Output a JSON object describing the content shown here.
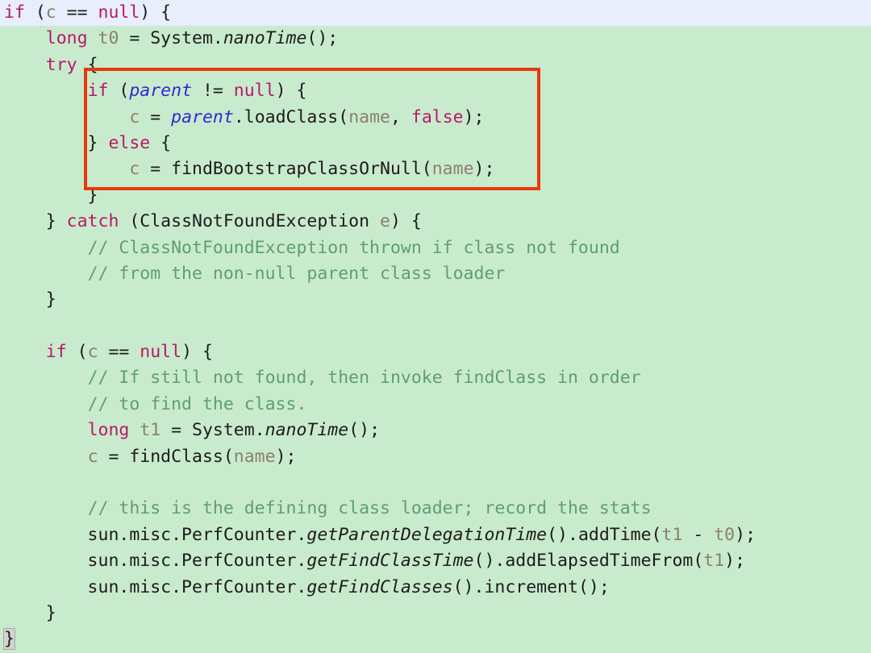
{
  "viewer": {
    "name": "code-snippet-viewer",
    "language": "Java",
    "background_color": "#c9ebcd",
    "current_line_color": "#e8eefb",
    "annotation_rect_color": "#e8380d"
  },
  "palette": {
    "keyword": "#b5196b",
    "plain": "#1b1b1b",
    "local_variable": "#8b7f70",
    "field": "#2b2bd4",
    "static_method": "#1b1b1b",
    "comment": "#5f9e70"
  },
  "annotation": {
    "label": "highlight-rectangle",
    "color": "#e8380d",
    "covers_lines": [
      4,
      5,
      6,
      7,
      8
    ]
  },
  "code": {
    "lines": [
      {
        "n": 1,
        "current": true,
        "tokens": [
          {
            "t": "if",
            "c": "kw"
          },
          {
            "t": " (",
            "c": "plain"
          },
          {
            "t": "c",
            "c": "local"
          },
          {
            "t": " == ",
            "c": "plain"
          },
          {
            "t": "null",
            "c": "kw"
          },
          {
            "t": ") {",
            "c": "plain"
          }
        ]
      },
      {
        "n": 2,
        "current": false,
        "tokens": [
          {
            "t": "    ",
            "c": "plain"
          },
          {
            "t": "long",
            "c": "kw"
          },
          {
            "t": " ",
            "c": "plain"
          },
          {
            "t": "t0",
            "c": "local"
          },
          {
            "t": " = System.",
            "c": "plain"
          },
          {
            "t": "nanoTime",
            "c": "static"
          },
          {
            "t": "();",
            "c": "plain"
          }
        ]
      },
      {
        "n": 3,
        "current": false,
        "tokens": [
          {
            "t": "    ",
            "c": "plain"
          },
          {
            "t": "try",
            "c": "kw"
          },
          {
            "t": " {",
            "c": "plain"
          }
        ]
      },
      {
        "n": 4,
        "current": false,
        "tokens": [
          {
            "t": "        ",
            "c": "plain"
          },
          {
            "t": "if",
            "c": "kw"
          },
          {
            "t": " (",
            "c": "plain"
          },
          {
            "t": "parent",
            "c": "field"
          },
          {
            "t": " != ",
            "c": "plain"
          },
          {
            "t": "null",
            "c": "kw"
          },
          {
            "t": ") {",
            "c": "plain"
          }
        ]
      },
      {
        "n": 5,
        "current": false,
        "tokens": [
          {
            "t": "            ",
            "c": "plain"
          },
          {
            "t": "c",
            "c": "local"
          },
          {
            "t": " = ",
            "c": "plain"
          },
          {
            "t": "parent",
            "c": "field"
          },
          {
            "t": ".loadClass(",
            "c": "plain"
          },
          {
            "t": "name",
            "c": "local"
          },
          {
            "t": ", ",
            "c": "plain"
          },
          {
            "t": "false",
            "c": "kw"
          },
          {
            "t": ");",
            "c": "plain"
          }
        ]
      },
      {
        "n": 6,
        "current": false,
        "tokens": [
          {
            "t": "        } ",
            "c": "plain"
          },
          {
            "t": "else",
            "c": "kw"
          },
          {
            "t": " {",
            "c": "plain"
          }
        ]
      },
      {
        "n": 7,
        "current": false,
        "tokens": [
          {
            "t": "            ",
            "c": "plain"
          },
          {
            "t": "c",
            "c": "local"
          },
          {
            "t": " = findBootstrapClassOrNull(",
            "c": "plain"
          },
          {
            "t": "name",
            "c": "local"
          },
          {
            "t": ");",
            "c": "plain"
          }
        ]
      },
      {
        "n": 8,
        "current": false,
        "tokens": [
          {
            "t": "        }",
            "c": "plain"
          }
        ]
      },
      {
        "n": 9,
        "current": false,
        "tokens": [
          {
            "t": "    } ",
            "c": "plain"
          },
          {
            "t": "catch",
            "c": "kw"
          },
          {
            "t": " (ClassNotFoundException ",
            "c": "plain"
          },
          {
            "t": "e",
            "c": "local"
          },
          {
            "t": ") {",
            "c": "plain"
          }
        ]
      },
      {
        "n": 10,
        "current": false,
        "tokens": [
          {
            "t": "        ",
            "c": "plain"
          },
          {
            "t": "// ClassNotFoundException thrown if class not found",
            "c": "comment"
          }
        ]
      },
      {
        "n": 11,
        "current": false,
        "tokens": [
          {
            "t": "        ",
            "c": "plain"
          },
          {
            "t": "// from the non-null parent class loader",
            "c": "comment"
          }
        ]
      },
      {
        "n": 12,
        "current": false,
        "tokens": [
          {
            "t": "    }",
            "c": "plain"
          }
        ]
      },
      {
        "n": 13,
        "current": false,
        "tokens": [
          {
            "t": "",
            "c": "plain"
          }
        ]
      },
      {
        "n": 14,
        "current": false,
        "tokens": [
          {
            "t": "    ",
            "c": "plain"
          },
          {
            "t": "if",
            "c": "kw"
          },
          {
            "t": " (",
            "c": "plain"
          },
          {
            "t": "c",
            "c": "local"
          },
          {
            "t": " == ",
            "c": "plain"
          },
          {
            "t": "null",
            "c": "kw"
          },
          {
            "t": ") {",
            "c": "plain"
          }
        ]
      },
      {
        "n": 15,
        "current": false,
        "tokens": [
          {
            "t": "        ",
            "c": "plain"
          },
          {
            "t": "// If still not found, then invoke findClass in order",
            "c": "comment"
          }
        ]
      },
      {
        "n": 16,
        "current": false,
        "tokens": [
          {
            "t": "        ",
            "c": "plain"
          },
          {
            "t": "// to find the class.",
            "c": "comment"
          }
        ]
      },
      {
        "n": 17,
        "current": false,
        "tokens": [
          {
            "t": "        ",
            "c": "plain"
          },
          {
            "t": "long",
            "c": "kw"
          },
          {
            "t": " ",
            "c": "plain"
          },
          {
            "t": "t1",
            "c": "local"
          },
          {
            "t": " = System.",
            "c": "plain"
          },
          {
            "t": "nanoTime",
            "c": "static"
          },
          {
            "t": "();",
            "c": "plain"
          }
        ]
      },
      {
        "n": 18,
        "current": false,
        "tokens": [
          {
            "t": "        ",
            "c": "plain"
          },
          {
            "t": "c",
            "c": "local"
          },
          {
            "t": " = findClass(",
            "c": "plain"
          },
          {
            "t": "name",
            "c": "local"
          },
          {
            "t": ");",
            "c": "plain"
          }
        ]
      },
      {
        "n": 19,
        "current": false,
        "tokens": [
          {
            "t": "",
            "c": "plain"
          }
        ]
      },
      {
        "n": 20,
        "current": false,
        "tokens": [
          {
            "t": "        ",
            "c": "plain"
          },
          {
            "t": "// this is the defining class loader; record the stats",
            "c": "comment"
          }
        ]
      },
      {
        "n": 21,
        "current": false,
        "tokens": [
          {
            "t": "        sun.misc.PerfCounter.",
            "c": "plain"
          },
          {
            "t": "getParentDelegationTime",
            "c": "static"
          },
          {
            "t": "().addTime(",
            "c": "plain"
          },
          {
            "t": "t1",
            "c": "local"
          },
          {
            "t": " - ",
            "c": "plain"
          },
          {
            "t": "t0",
            "c": "local"
          },
          {
            "t": ");",
            "c": "plain"
          }
        ]
      },
      {
        "n": 22,
        "current": false,
        "tokens": [
          {
            "t": "        sun.misc.PerfCounter.",
            "c": "plain"
          },
          {
            "t": "getFindClassTime",
            "c": "static"
          },
          {
            "t": "().addElapsedTimeFrom(",
            "c": "plain"
          },
          {
            "t": "t1",
            "c": "local"
          },
          {
            "t": ");",
            "c": "plain"
          }
        ]
      },
      {
        "n": 23,
        "current": false,
        "tokens": [
          {
            "t": "        sun.misc.PerfCounter.",
            "c": "plain"
          },
          {
            "t": "getFindClasses",
            "c": "static"
          },
          {
            "t": "().increment();",
            "c": "plain"
          }
        ]
      },
      {
        "n": 24,
        "current": false,
        "tokens": [
          {
            "t": "    }",
            "c": "plain"
          }
        ]
      },
      {
        "n": 25,
        "current": false,
        "brace_highlight": true,
        "tokens": [
          {
            "t": "}",
            "c": "plain"
          }
        ]
      }
    ]
  }
}
